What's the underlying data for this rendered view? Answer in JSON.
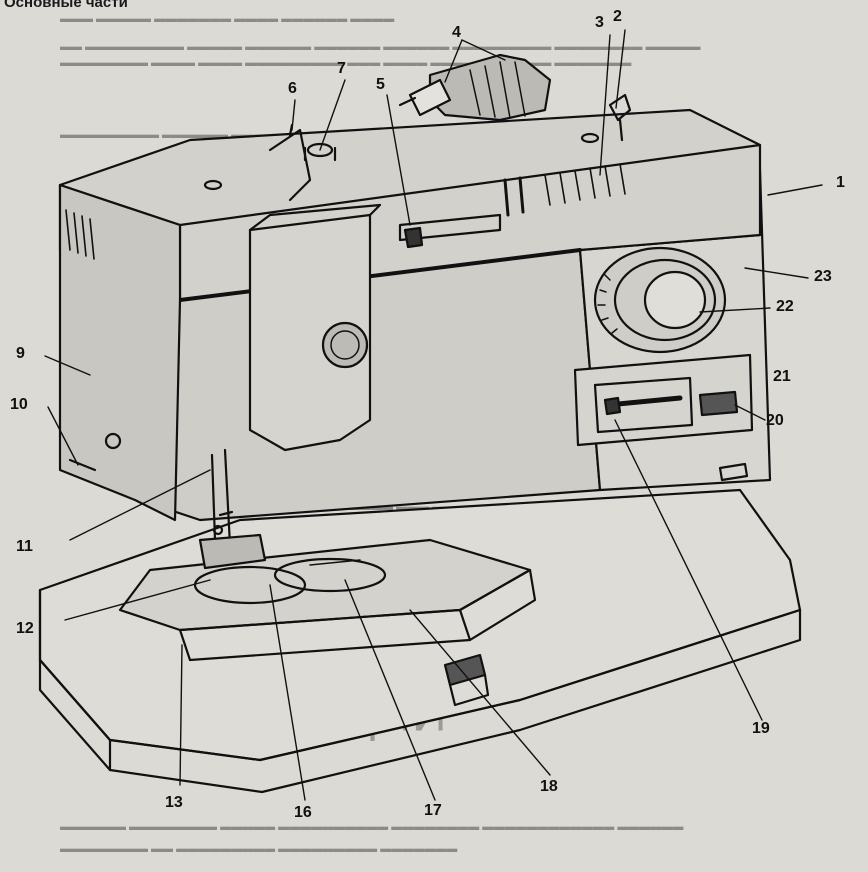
{
  "page": {
    "heading": "Основные части",
    "banner": "СОХРАНИТЕ ЭТИ ИНСТРУКЦИИ"
  },
  "labels": {
    "l1": "1",
    "l2": "2",
    "l3": "3",
    "l4": "4",
    "l5": "5",
    "l6": "6",
    "l7": "7",
    "l9": "9",
    "l10": "10",
    "l11": "11",
    "l12": "12",
    "l13": "13",
    "l16": "16",
    "l17": "17",
    "l18": "18",
    "l19": "19",
    "l20": "20",
    "l21": "21",
    "l22": "22",
    "l23": "23"
  },
  "colors": {
    "paper": "#dcdad5",
    "ink": "#111111",
    "faded_text": "#8d8b86"
  }
}
